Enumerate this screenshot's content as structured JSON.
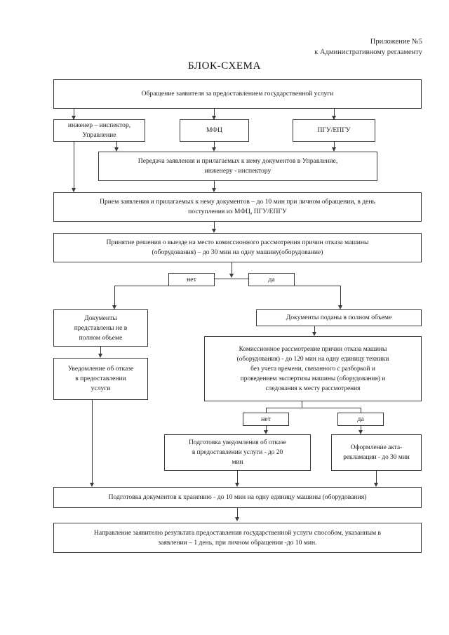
{
  "document": {
    "header_line1": "Приложение №5",
    "header_line2": "к Административному регламенту",
    "title": "БЛОК-СХЕМА"
  },
  "chart_data": {
    "type": "diagram",
    "title": "БЛОК-СХЕМА",
    "nodes": [
      {
        "id": "n1",
        "label": "Обращение заявителя за предоставлением государственной услуги"
      },
      {
        "id": "n2",
        "label": "инженер – инспектор, Управление"
      },
      {
        "id": "n3",
        "label": "МФЦ"
      },
      {
        "id": "n4",
        "label": "ПГУ/ЕПГУ"
      },
      {
        "id": "n5",
        "label": "Передача заявления и прилагаемых к нему документов в Управление, инженеру - инспектору"
      },
      {
        "id": "n6",
        "label": "Прием  заявления и прилагаемых к нему документов – до 10 мин при личном обращении, в день поступления из МФЦ, ПГУ/ЕПГУ"
      },
      {
        "id": "n7",
        "label": "Принятие решения о выезде на место комиссионного рассмотрения причин отказа машины (оборудования) – до 30 мин на одну машину(оборудование)"
      },
      {
        "id": "n8",
        "label": "нет"
      },
      {
        "id": "n9",
        "label": "да"
      },
      {
        "id": "n10",
        "label": "Документы представлены не в полном объеме"
      },
      {
        "id": "n11",
        "label": "Документы поданы в полном объеме"
      },
      {
        "id": "n12",
        "label": "Уведомление об отказе в предоставлении услуги"
      },
      {
        "id": "n13",
        "label": "Комиссионное рассмотрение причин отказа машины (оборудования) - до 120 мин на одну единицу техники без учета времени, связанного с разборкой и проведением экспертизы машины (оборудования) и следования к месту  рассмотрения"
      },
      {
        "id": "n14",
        "label": "нет"
      },
      {
        "id": "n15",
        "label": "да"
      },
      {
        "id": "n16",
        "label": "Подготовка уведомления об отказе в предоставлении услуги - до 20 мин"
      },
      {
        "id": "n17",
        "label": "Оформление акта-рекламации - до 30 мин"
      },
      {
        "id": "n18",
        "label": "Подготовка документов к хранению - до 10 мин на одну единицу машины (оборудования)"
      },
      {
        "id": "n19",
        "label": "Направление заявителю результата предоставления государственной услуги способом, указанным в заявлении – 1 день, при личном обращении -до 10 мин."
      }
    ],
    "edges": [
      {
        "from": "n1",
        "to": "n2"
      },
      {
        "from": "n1",
        "to": "n3"
      },
      {
        "from": "n1",
        "to": "n4"
      },
      {
        "from": "n2",
        "to": "n5"
      },
      {
        "from": "n3",
        "to": "n5"
      },
      {
        "from": "n4",
        "to": "n5"
      },
      {
        "from": "n2",
        "to": "n6"
      },
      {
        "from": "n5",
        "to": "n6"
      },
      {
        "from": "n6",
        "to": "n7"
      },
      {
        "from": "n7",
        "to": "n8"
      },
      {
        "from": "n7",
        "to": "n9"
      },
      {
        "from": "n8",
        "to": "n10"
      },
      {
        "from": "n9",
        "to": "n11"
      },
      {
        "from": "n10",
        "to": "n12"
      },
      {
        "from": "n11",
        "to": "n13"
      },
      {
        "from": "n13",
        "to": "n14"
      },
      {
        "from": "n13",
        "to": "n15"
      },
      {
        "from": "n14",
        "to": "n16"
      },
      {
        "from": "n15",
        "to": "n17"
      },
      {
        "from": "n12",
        "to": "n18"
      },
      {
        "from": "n16",
        "to": "n18"
      },
      {
        "from": "n17",
        "to": "n18"
      },
      {
        "from": "n18",
        "to": "n19"
      }
    ]
  },
  "flow": {
    "n1": {
      "line1": "Обращение заявителя за предоставлением государственной услуги"
    },
    "n2": {
      "line1": "инженер – инспектор,",
      "line2": "Управление"
    },
    "n3": {
      "line1": "МФЦ"
    },
    "n4": {
      "line1": "ПГУ/ЕПГУ"
    },
    "n5": {
      "line1": "Передача заявления и прилагаемых к нему документов в Управление,",
      "line2": "инженеру - инспектору"
    },
    "n6": {
      "line1": "Прием  заявления и прилагаемых к нему документов – до 10 мин при личном обращении, в день",
      "line2": "поступления из МФЦ, ПГУ/ЕПГУ"
    },
    "n7": {
      "line1": "Принятие решения о выезде на место комиссионного рассмотрения причин отказа машины",
      "line2": "(оборудования) – до 30 мин на одну машину(оборудование)"
    },
    "n8": {
      "line1": "нет"
    },
    "n9": {
      "line1": "да"
    },
    "n10": {
      "line1": "Документы",
      "line2": "представлены не в",
      "line3": "полном объеме"
    },
    "n11": {
      "line1": "Документы поданы в полном объеме"
    },
    "n12": {
      "line1": "Уведомление об отказе",
      "line2": "в предоставлении",
      "line3": "услуги"
    },
    "n13": {
      "line1": "Комиссионное рассмотрение причин отказа машины",
      "line2": "(оборудования) - до 120 мин на одну единицу техники",
      "line3": "без учета времени, связанного с разборкой и",
      "line4": "проведением экспертизы машины (оборудования) и",
      "line5": "следования к месту  рассмотрения"
    },
    "n14": {
      "line1": "нет"
    },
    "n15": {
      "line1": "да"
    },
    "n16": {
      "line1": "Подготовка уведомления об отказе",
      "line2": "в предоставлении услуги - до 20",
      "line3": "мин"
    },
    "n17": {
      "line1": "Оформление акта-",
      "line2": "рекламации - до 30 мин"
    },
    "n18": {
      "line1": "Подготовка документов к хранению - до 10 мин на одну единицу машины (оборудования)"
    },
    "n19": {
      "line1": "Направление заявителю результата предоставления государственной услуги способом, указанным в",
      "line2": "заявлении – 1 день, при личном обращении -до 10 мин."
    }
  }
}
